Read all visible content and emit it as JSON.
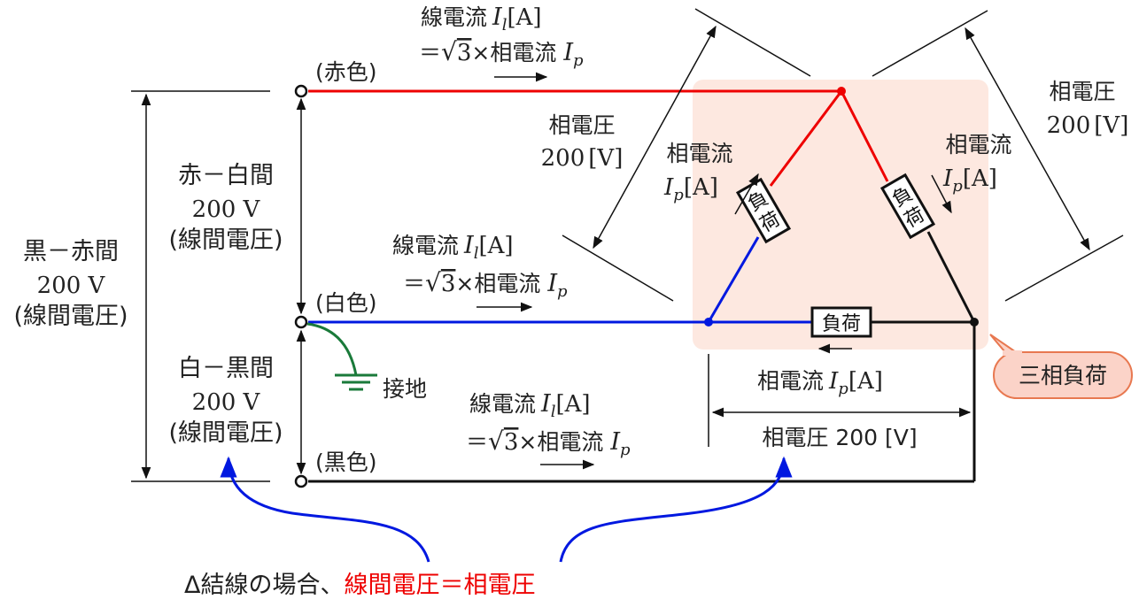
{
  "wire_colors": {
    "red": "#ee0000",
    "blue": "#0018e0",
    "black": "#111111",
    "ground": "#1a7a3a",
    "load_bg": "#fde8e0",
    "callout_bg": "#fbd3c8",
    "callout_border": "#e87850",
    "highlight": "#ee0000",
    "arrow_blue": "#0018e0"
  },
  "wires": {
    "red_label": "(赤色)",
    "white_label": "(白色)",
    "black_label": "(黒色)",
    "ground_label": "接地"
  },
  "line_current": {
    "label": "線電流",
    "symbol": "I",
    "sub": "l",
    "unit": "[A]",
    "eq_prefix": "＝",
    "sqrt": "√",
    "three": "3",
    "times": "×相電流 ",
    "phase_symbol": "I",
    "phase_sub": "p"
  },
  "phase_current": {
    "label": "相電流",
    "symbol": "I",
    "sub": "p",
    "unit": "[A]"
  },
  "phase_voltage": {
    "label": "相電圧",
    "value": "200",
    "unit": "[V]",
    "inline": "相電圧 200 [V]"
  },
  "line_voltages": [
    {
      "pair": "赤－白間",
      "value": "200 V",
      "note": "(線間電圧)"
    },
    {
      "pair": "白－黒間",
      "value": "200 V",
      "note": "(線間電圧)"
    },
    {
      "pair": "黒－赤間",
      "value": "200 V",
      "note": "(線間電圧)"
    }
  ],
  "load_label": "負荷",
  "load_char_1": "負",
  "load_char_2": "荷",
  "callout": "三相負荷",
  "caption": {
    "prefix": "Δ結線の場合、",
    "highlight": "線間電圧＝相電圧"
  }
}
